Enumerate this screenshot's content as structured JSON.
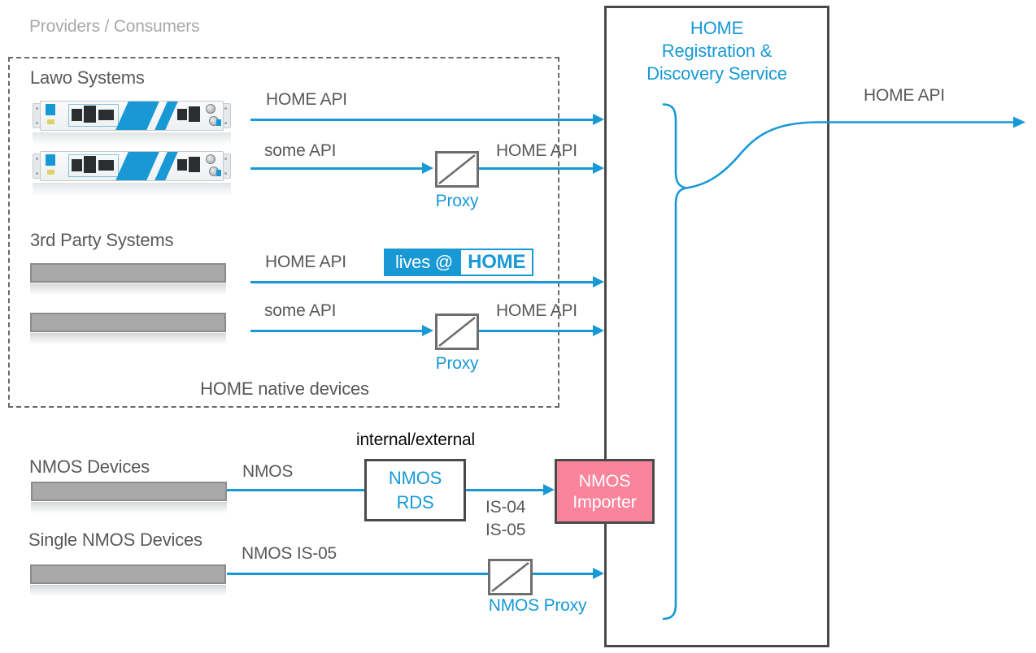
{
  "colors": {
    "accent_blue": "#1899D5",
    "importer_pink": "#F9849C",
    "gray_text": "#595959",
    "light_gray_text": "#A9A9A9",
    "box_border_dark": "#484848",
    "bar_fill": "#A9A9A9"
  },
  "header": {
    "title": "Providers / Consumers"
  },
  "providers": {
    "lawo_title": "Lawo Systems",
    "third_party_title": "3rd Party Systems",
    "native_footer": "HOME native devices",
    "row1": {
      "label": "HOME API"
    },
    "row2": {
      "label": "some API",
      "proxy": "Proxy",
      "out": "HOME API"
    },
    "row3": {
      "label": "HOME API",
      "badge_left": "lives @",
      "badge_right": "HOME"
    },
    "row4": {
      "label": "some API",
      "proxy": "Proxy",
      "out": "HOME API"
    }
  },
  "nmos": {
    "devices_title": "NMOS Devices",
    "link_label": "NMOS",
    "internal_external": "internal/external",
    "rds_line1": "NMOS",
    "rds_line2": "RDS",
    "is04": "IS-04",
    "is05": "IS-05",
    "importer_line1": "NMOS",
    "importer_line2": "Importer",
    "single_title": "Single NMOS Devices",
    "single_link_label": "NMOS IS-05",
    "proxy_label": "NMOS Proxy"
  },
  "service": {
    "title_line1": "HOME",
    "title_line2": "Registration &",
    "title_line3": "Discovery Service"
  },
  "output": {
    "label": "HOME API"
  }
}
